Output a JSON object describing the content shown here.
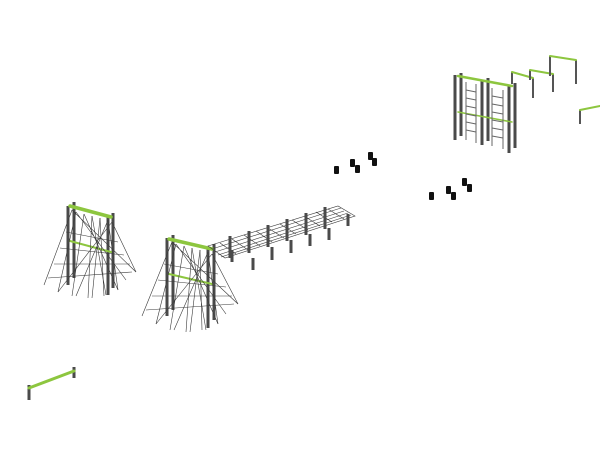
{
  "scene": {
    "background": "#ffffff",
    "colors": {
      "post": "#4a4a4a",
      "accent_bar": "#8dc63f",
      "net": "#3a3a3a",
      "stepping_post": "#111111"
    },
    "elements": [
      "climbing-net-frame",
      "climbing-net-frame",
      "horizontal-net-bridge",
      "stepping-posts",
      "stepping-posts",
      "ladder-tower",
      "pull-up-bars",
      "balance-beam"
    ]
  }
}
